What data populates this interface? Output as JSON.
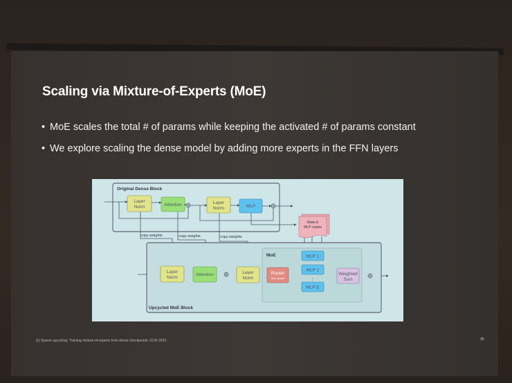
{
  "slide": {
    "title": "Scaling via Mixture-of-Experts (MoE)",
    "bullets": [
      "MoE scales the total # of params while keeping the activated # of params constant",
      "We explore scaling the dense model by adding more experts in the FFN layers"
    ],
    "footnote": "[1] Sparse upcycling: Training mixture-of-experts from dense checkpoints. ICLR 2023",
    "page_number": "36"
  },
  "diagram": {
    "dense_block_label": "Original Dense Block",
    "moe_block_label": "Upcycled MoE Block",
    "moe_label": "MoE",
    "layer_norm": [
      "Layer",
      "Norm"
    ],
    "attention": "Attention",
    "mlp": "MLP",
    "copy_weights": "copy weights",
    "make_copies": [
      "Make E",
      "MLP copies"
    ],
    "router": "Router",
    "router_note": "from scratch",
    "experts": [
      "MLP 1",
      "MLP 2",
      "MLP E"
    ],
    "weighted_sum": [
      "Weighted",
      "Sum"
    ],
    "colors": {
      "layer_norm": "#e2e48a",
      "attention": "#98df78",
      "mlp": "#5ec2f0",
      "router": "#e08c82",
      "weighted_sum": "#d9c3e3",
      "copies": "#f1b3bb",
      "background": "#cfe6e8"
    }
  }
}
